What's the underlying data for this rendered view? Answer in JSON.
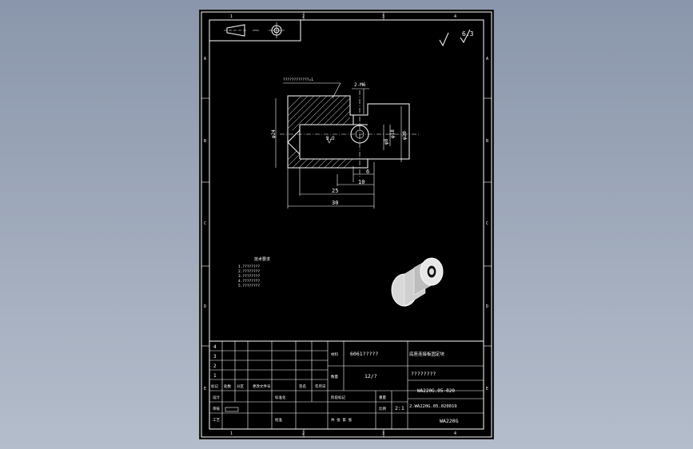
{
  "colors": {
    "background": "#9aa5b8",
    "sheet": "#000000",
    "lines": "#ffffff"
  },
  "zone_numbers": {
    "top": [
      "1",
      "2",
      "3",
      "4"
    ],
    "bottom": [
      "1",
      "2",
      "3",
      "4"
    ]
  },
  "zone_letters": {
    "left": [
      "A",
      "B",
      "C",
      "D",
      "E"
    ],
    "right": [
      "A",
      "B",
      "C",
      "D",
      "E"
    ]
  },
  "roughness": {
    "symbol": "6.3"
  },
  "drawing": {
    "note_label": "????????????=1",
    "dim_2m6": "2-M6",
    "dim_phi24": "φ24",
    "dim_phi8": "φ8",
    "dim_phi18": "φ18",
    "dim_phi20": "φ20",
    "dim_32": "3.2",
    "dim_6": "6",
    "dim_10": "10",
    "dim_25": "25",
    "dim_30": "30"
  },
  "tech_notes": {
    "title": "技术要求",
    "lines": [
      "1.????????",
      "2.????????",
      "3.????????",
      "4.????????",
      "5.????????"
    ]
  },
  "title_block": {
    "rev_numbers": [
      "4",
      "3",
      "2",
      "1"
    ],
    "rev_headers": [
      "标记",
      "处数",
      "分区",
      "更改文件号",
      "签名",
      "年月日"
    ],
    "row_labels": [
      "设计",
      "审核",
      "工艺"
    ],
    "mid_labels": [
      "标准化",
      "批准"
    ],
    "stage_label": "阶段标记",
    "weight_label": "重量",
    "scale_label": "比例",
    "scale_value": "2:1",
    "sheet_label": "共 张 第 张",
    "material_label": "材料",
    "material_value": "6061?????",
    "qty_label": "数量",
    "qty_value": "12/?",
    "part_name": "底座连接板固定块",
    "company": "????????",
    "drawing_no": "WA220G.05-020",
    "assembly_ref": "2.WA220G.05.020019",
    "model": "WA220G"
  }
}
